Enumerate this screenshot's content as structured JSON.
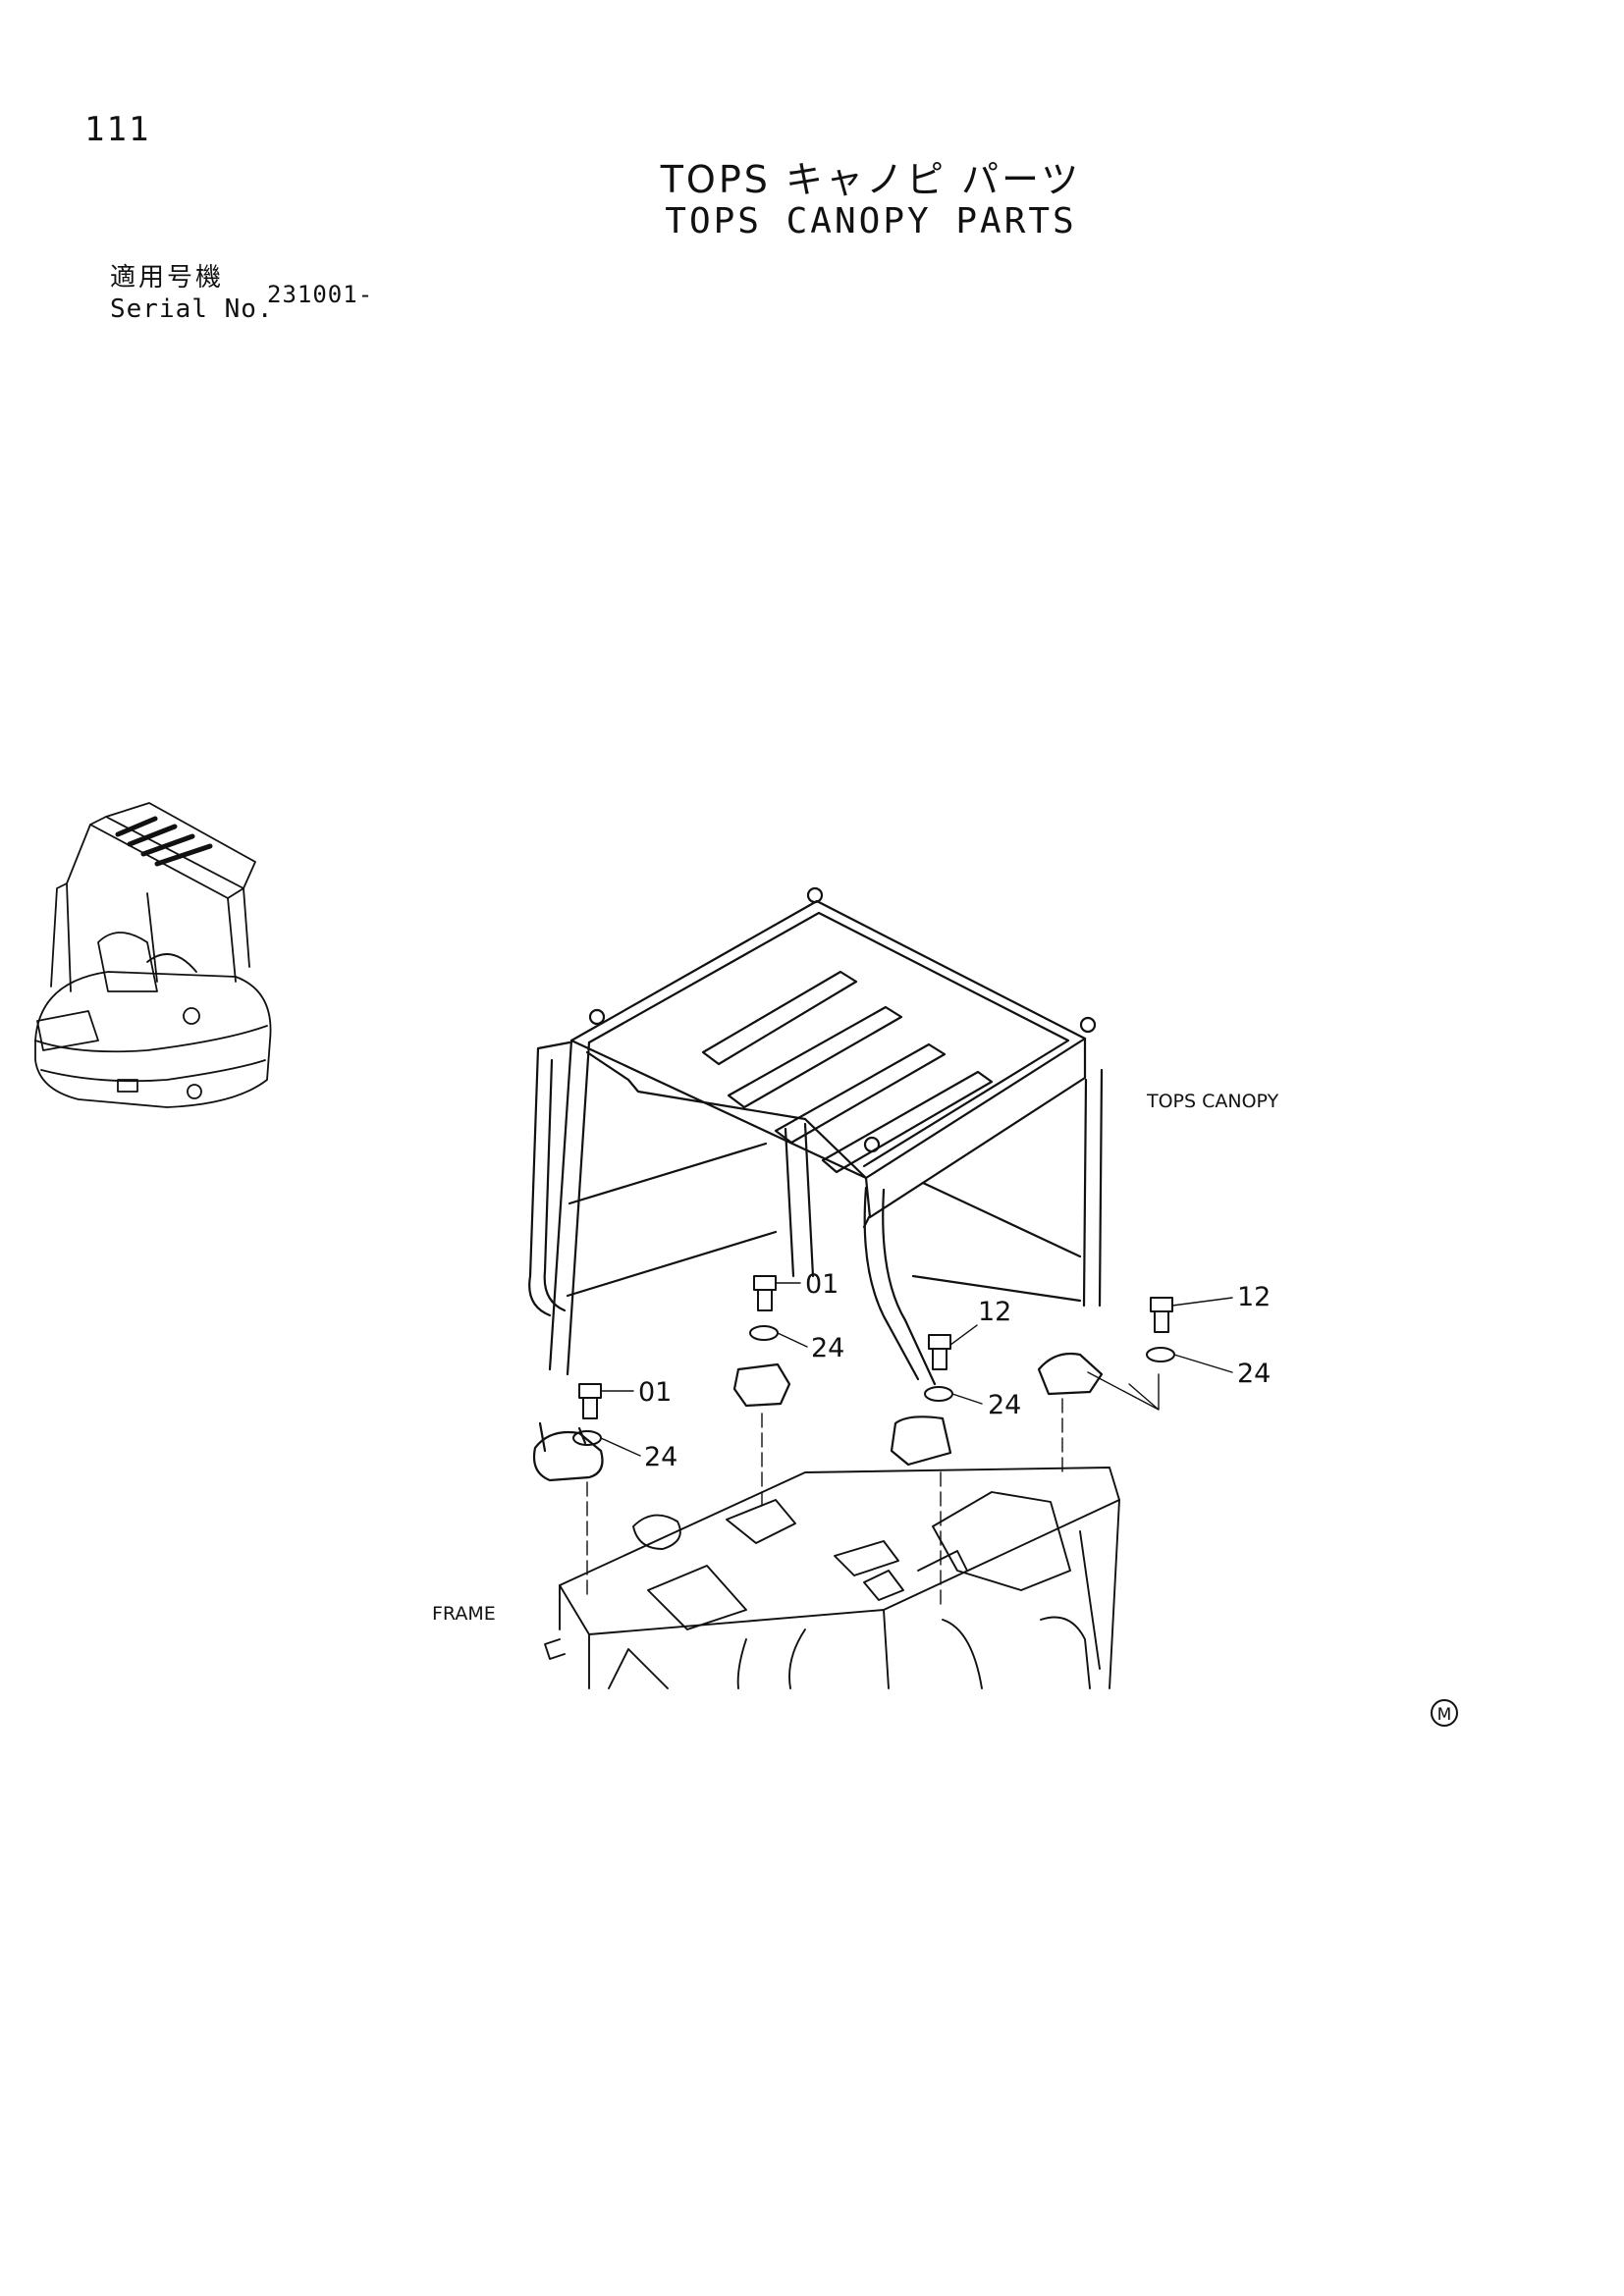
{
  "header": {
    "page_number": "111",
    "title_jp": "TOPS キャノピ パーツ",
    "title_en": "TOPS CANOPY PARTS",
    "serial_label_jp": "適用号機",
    "serial_label_en": "Serial No.",
    "serial_value": "231001-"
  },
  "diagram": {
    "assembly_labels": {
      "canopy": "TOPS CANOPY",
      "frame": "FRAME"
    },
    "callouts": [
      {
        "id": "c-01-a",
        "text": "01"
      },
      {
        "id": "c-24-a",
        "text": "24"
      },
      {
        "id": "c-01-b",
        "text": "01"
      },
      {
        "id": "c-24-b",
        "text": "24"
      },
      {
        "id": "c-12-a",
        "text": "12"
      },
      {
        "id": "c-24-c",
        "text": "24"
      },
      {
        "id": "c-12-b",
        "text": "12"
      },
      {
        "id": "c-24-d",
        "text": "24"
      }
    ],
    "manufacturer_mark": "M"
  }
}
